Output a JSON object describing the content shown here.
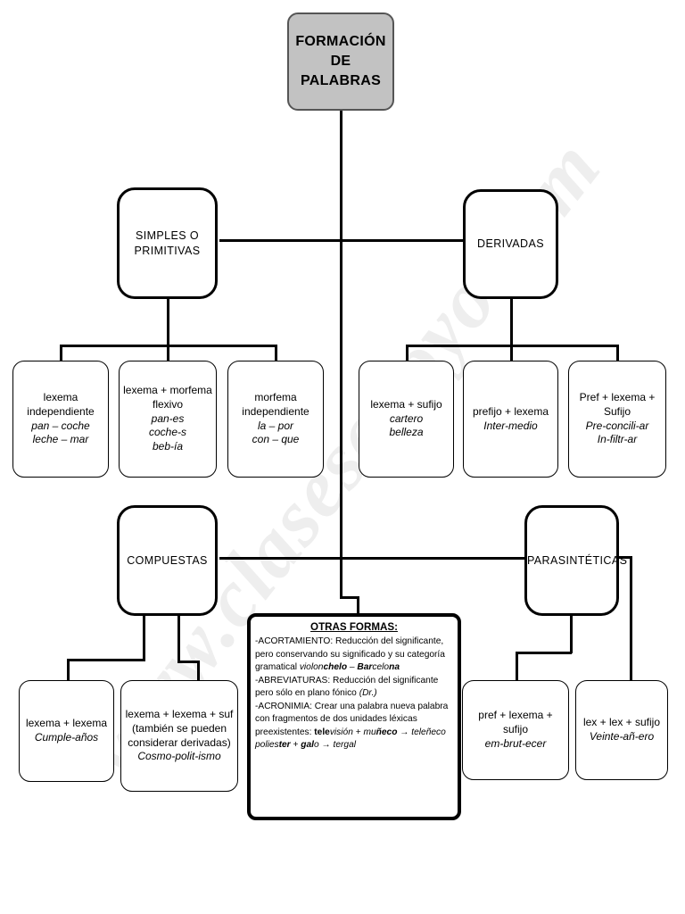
{
  "watermark": {
    "text": "www.clasesapoyo.com"
  },
  "colors": {
    "title_fill": "#c2c2c2",
    "node_fill": "#ffffff",
    "stroke": "#000000",
    "watermark": "#eeeeee"
  },
  "diagram": {
    "type": "tree",
    "root": {
      "label_line1": "FORMACIÓN",
      "label_line2": "DE",
      "label_line3": "PALABRAS"
    },
    "branches": [
      {
        "id": "simples",
        "label_line1": "SIMPLES O",
        "label_line2": "PRIMITIVAS",
        "children": [
          {
            "id": "lexema-independiente",
            "lines": [
              "lexema",
              "independiente"
            ],
            "examples": [
              "pan – coche",
              "leche – mar"
            ]
          },
          {
            "id": "lexema-morfema-flexivo",
            "lines": [
              "lexema + morfema",
              "flexivo"
            ],
            "examples": [
              "pan-es",
              "coche-s",
              "beb-ía"
            ]
          },
          {
            "id": "morfema-independiente",
            "lines": [
              "morfema",
              "independiente"
            ],
            "examples": [
              "la – por",
              "con – que"
            ]
          }
        ]
      },
      {
        "id": "derivadas",
        "label_line1": "DERIVADAS",
        "label_line2": "",
        "children": [
          {
            "id": "lexema-sufijo",
            "lines": [
              "lexema + sufijo"
            ],
            "examples": [
              "cartero",
              "belleza"
            ]
          },
          {
            "id": "prefijo-lexema",
            "lines": [
              "prefijo + lexema"
            ],
            "examples": [
              "Inter-medio"
            ]
          },
          {
            "id": "pref-lexema-sufijo",
            "lines": [
              "Pref + lexema +",
              "Sufijo"
            ],
            "examples": [
              "Pre-concili-ar",
              "In-filtr-ar"
            ]
          }
        ]
      },
      {
        "id": "compuestas",
        "label_line1": "COMPUESTAS",
        "label_line2": "",
        "children": [
          {
            "id": "lexema-lexema",
            "lines": [
              "lexema + lexema"
            ],
            "examples": [
              "Cumple-años"
            ]
          },
          {
            "id": "lexema-lexema-suf",
            "lines": [
              "lexema + lexema + suf",
              "(también se pueden",
              "considerar derivadas)"
            ],
            "examples": [
              "Cosmo-polit-ismo"
            ]
          }
        ]
      },
      {
        "id": "parasinteticas",
        "label_line1": "PARASINTÉTICAS",
        "label_line2": "",
        "children": [
          {
            "id": "pref-lexema-sufijo-2",
            "lines": [
              "pref + lexema + sufijo"
            ],
            "examples": [
              "em-brut-ecer"
            ]
          },
          {
            "id": "lex-lex-sufijo",
            "lines": [
              "lex + lex + sufijo"
            ],
            "examples": [
              "Veinte-añ-ero"
            ]
          }
        ]
      }
    ],
    "note": {
      "title": "OTRAS FORMAS:",
      "items": [
        {
          "term": "-ACORTAMIENTO:",
          "text": " Reducción del significante, pero conservando su significado y su categoría gramatical ",
          "examples": "violonchelo – Barcelona"
        },
        {
          "term": "-ABREVIATURAS:",
          "text": " Reducción del  significante pero sólo en plano fónico ",
          "examples": "(Dr.)"
        },
        {
          "term": "-ACRONIMIA:",
          "text": " Crear una palabra nueva palabra con fragmentos de dos unidades léxicas preexistentes: ",
          "examples": "televisión + muñeco → teleñeco poliester + galo → tergal"
        }
      ]
    }
  }
}
